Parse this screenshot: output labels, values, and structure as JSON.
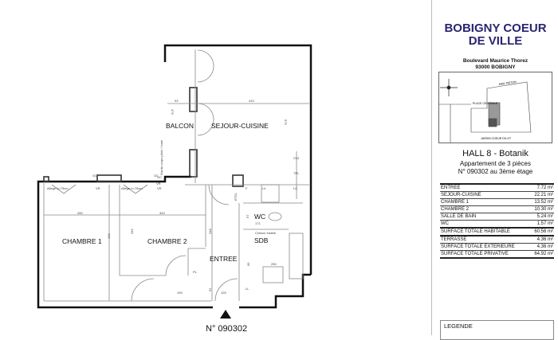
{
  "plan": {
    "rooms": {
      "balcon": "BALCON",
      "sejour": "SEJOUR-CUISINE",
      "chambre1": "CHAMBRE 1",
      "chambre2": "CHAMBRE 2",
      "entree": "ENTREE",
      "wc": "WC",
      "sdb": "SDB"
    },
    "notes": {
      "cloison": "Cloison fusible",
      "allege1": "Allège h=75cm",
      "allege2": "Allège h=75cm",
      "gc1": "GC",
      "gc2": "GC",
      "gc3": "GC",
      "vr1": "VR",
      "vr2": "VR",
      "vr3": "VR",
      "etel": "ETEL",
      "lv": "LV",
      "lc": "LC",
      "cui": "CUI",
      "tpl": "TPL",
      "f": "F",
      "pl": "PL",
      "ll": "LL",
      "garde": "Garde-corps plein + baie"
    },
    "dims": {
      "d93": "93",
      "d410": "410",
      "d575": "575",
      "d476": "476",
      "d280": "280",
      "d320": "320",
      "d440": "440",
      "d345": "345",
      "d348": "348",
      "d190": "190",
      "d125": "125",
      "d92": "92",
      "d171": "171",
      "d250": "250",
      "d97": "97",
      "d95": "95"
    },
    "lot_number": "N° 090302"
  },
  "panel": {
    "title_line1": "BOBIGNY COEUR",
    "title_line2": "DE VILLE",
    "address_line1": "Boulevard Maurice Thorez",
    "address_line2": "93000 BOBIGNY",
    "map_labels": {
      "mail": "MAIL PIETON",
      "place": "PLACE CENTRALE",
      "jardin": "JARDIN COEUR D'ILOT"
    },
    "hall": "HALL 8 - Botanik",
    "type": "Appartement de 3 pièces",
    "lot": "N° 090302 au 3ème étage",
    "surfaces": [
      {
        "label": "ENTREE",
        "value": "7.72 m²"
      },
      {
        "label": "SEJOUR-CUISINE",
        "value": "22.21 m²"
      },
      {
        "label": "CHAMBRE 1",
        "value": "13.52 m²"
      },
      {
        "label": "CHAMBRE 2",
        "value": "10.30 m²"
      },
      {
        "label": "SALLE DE BAIN",
        "value": "5.24 m²"
      },
      {
        "label": "WC",
        "value": "1.57 m²"
      },
      {
        "label": "SURFACE TOTALE HABITABLE",
        "value": "60.56 m²"
      },
      {
        "label": "TERRASSE",
        "value": "4.36 m²"
      },
      {
        "label": "SURFACE TOTALE EXTERIEURE",
        "value": "4.36 m²"
      },
      {
        "label": "SURFACE TOTALE PRIVATIVE",
        "value": "64.92 m²"
      }
    ],
    "legend_title": "LEGENDE"
  }
}
